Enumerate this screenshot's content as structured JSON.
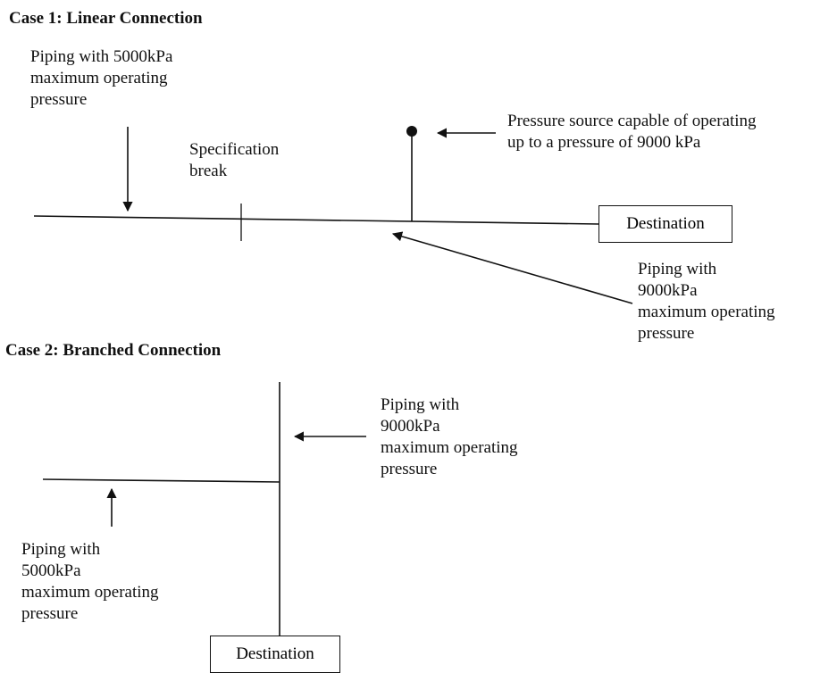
{
  "case1": {
    "heading": "Case 1:  Linear Connection",
    "pipe_5000_label": [
      "Piping with 5000kPa",
      "maximum operating",
      "pressure"
    ],
    "spec_break_label": [
      "Specification",
      "break"
    ],
    "source_label": [
      "Pressure source capable of operating",
      "up to a pressure of 9000 kPa"
    ],
    "destination": "Destination",
    "pipe_9000_label": [
      "Piping with",
      "9000kPa",
      "maximum operating",
      "pressure"
    ]
  },
  "case2": {
    "heading": "Case 2: Branched Connection",
    "pipe_9000_label": [
      "Piping with",
      "9000kPa",
      "maximum operating",
      "pressure"
    ],
    "pipe_5000_label": [
      "Piping with",
      "5000kPa",
      "maximum operating",
      "pressure"
    ],
    "destination": "Destination"
  }
}
